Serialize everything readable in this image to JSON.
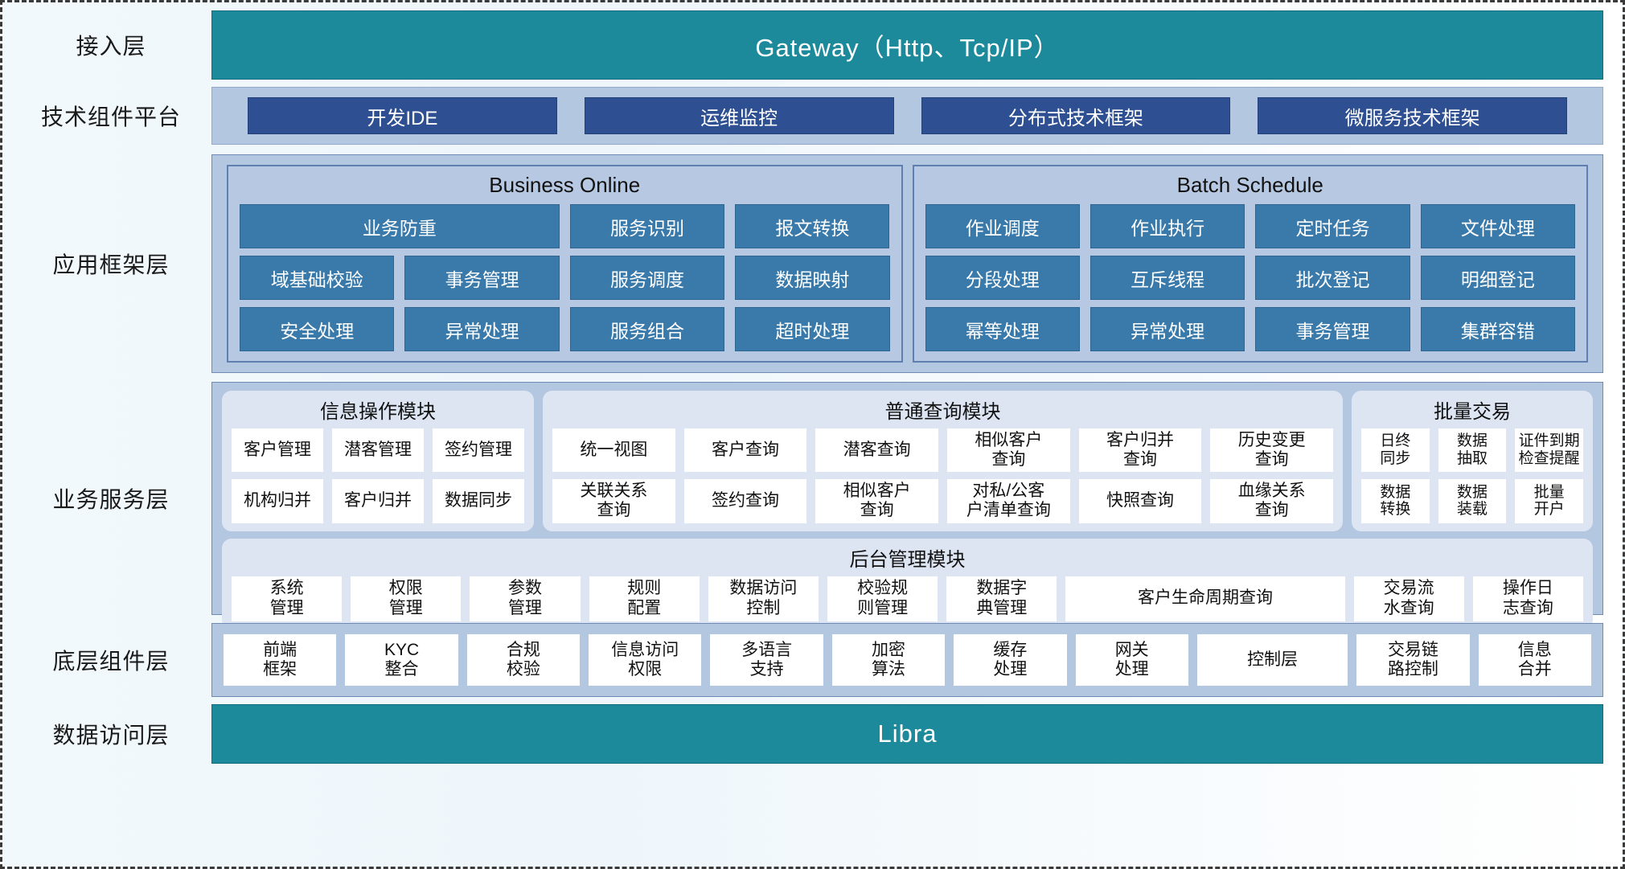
{
  "layers": {
    "access": {
      "label": "接入层",
      "bar": "Gateway（Http、Tcp/IP）"
    },
    "tech": {
      "label": "技术组件平台",
      "chips": [
        "开发IDE",
        "运维监控",
        "分布式技术框架",
        "微服务技术框架"
      ]
    },
    "appfw": {
      "label": "应用框架层",
      "groups": [
        {
          "title": "Business Online",
          "rows": [
            [
              {
                "text": "业务防重",
                "span": 2
              },
              {
                "text": "服务识别"
              },
              {
                "text": "报文转换"
              }
            ],
            [
              {
                "text": "域基础校验"
              },
              {
                "text": "事务管理"
              },
              {
                "text": "服务调度"
              },
              {
                "text": "数据映射"
              }
            ],
            [
              {
                "text": "安全处理"
              },
              {
                "text": "异常处理"
              },
              {
                "text": "服务组合"
              },
              {
                "text": "超时处理"
              }
            ]
          ]
        },
        {
          "title": "Batch Schedule",
          "rows": [
            [
              {
                "text": "作业调度"
              },
              {
                "text": "作业执行"
              },
              {
                "text": "定时任务"
              },
              {
                "text": "文件处理"
              }
            ],
            [
              {
                "text": "分段处理"
              },
              {
                "text": "互斥线程"
              },
              {
                "text": "批次登记"
              },
              {
                "text": "明细登记"
              }
            ],
            [
              {
                "text": "幂等处理"
              },
              {
                "text": "异常处理"
              },
              {
                "text": "事务管理"
              },
              {
                "text": "集群容错"
              }
            ]
          ]
        }
      ]
    },
    "bizsvc": {
      "label": "业务服务层",
      "cards": [
        {
          "title": "信息操作模块",
          "rows": [
            [
              "客户管理",
              "潜客管理",
              "签约管理"
            ],
            [
              "机构归并",
              "客户归并",
              "数据同步"
            ]
          ]
        },
        {
          "title": "普通查询模块",
          "rows": [
            [
              "统一视图",
              "客户查询",
              "潜客查询",
              "相似客户\n查询",
              "客户归并\n查询",
              "历史变更\n查询"
            ],
            [
              "关联关系\n查询",
              "签约查询",
              "相似客户\n查询",
              "对私/公客\n户清单查询",
              "快照查询",
              "血缘关系\n查询"
            ]
          ]
        },
        {
          "title": "批量交易",
          "rows": [
            [
              "日终\n同步",
              "数据\n抽取",
              "证件到期\n检查提醒"
            ],
            [
              "数据\n转换",
              "数据\n装载",
              "批量\n开户"
            ]
          ]
        }
      ],
      "admin": {
        "title": "后台管理模块",
        "cells": [
          {
            "text": "系统\n管理"
          },
          {
            "text": "权限\n管理"
          },
          {
            "text": "参数\n管理"
          },
          {
            "text": "规则\n配置"
          },
          {
            "text": "数据访问\n控制"
          },
          {
            "text": "校验规\n则管理"
          },
          {
            "text": "数据字\n典管理"
          },
          {
            "text": "客户生命周期查询",
            "wide": true
          },
          {
            "text": "交易流\n水查询"
          },
          {
            "text": "操作日\n志查询"
          }
        ]
      }
    },
    "bottom": {
      "label": "底层组件层",
      "cells": [
        {
          "text": "前端\n框架"
        },
        {
          "text": "KYC\n整合"
        },
        {
          "text": "合规\n校验"
        },
        {
          "text": "信息访问\n权限"
        },
        {
          "text": "多语言\n支持"
        },
        {
          "text": "加密\n算法"
        },
        {
          "text": "缓存\n处理"
        },
        {
          "text": "网关\n处理"
        },
        {
          "text": "控制层",
          "wide": true
        },
        {
          "text": "交易链\n路控制"
        },
        {
          "text": "信息\n合并"
        }
      ]
    },
    "data": {
      "label": "数据访问层",
      "bar": "Libra"
    }
  },
  "colors": {
    "teal": "#1d8a9b",
    "panel_blue": "#b4c7e0",
    "chip_navy": "#2e4f91",
    "fw_cell": "#3a7aab",
    "card_bg": "#dde5f3"
  }
}
